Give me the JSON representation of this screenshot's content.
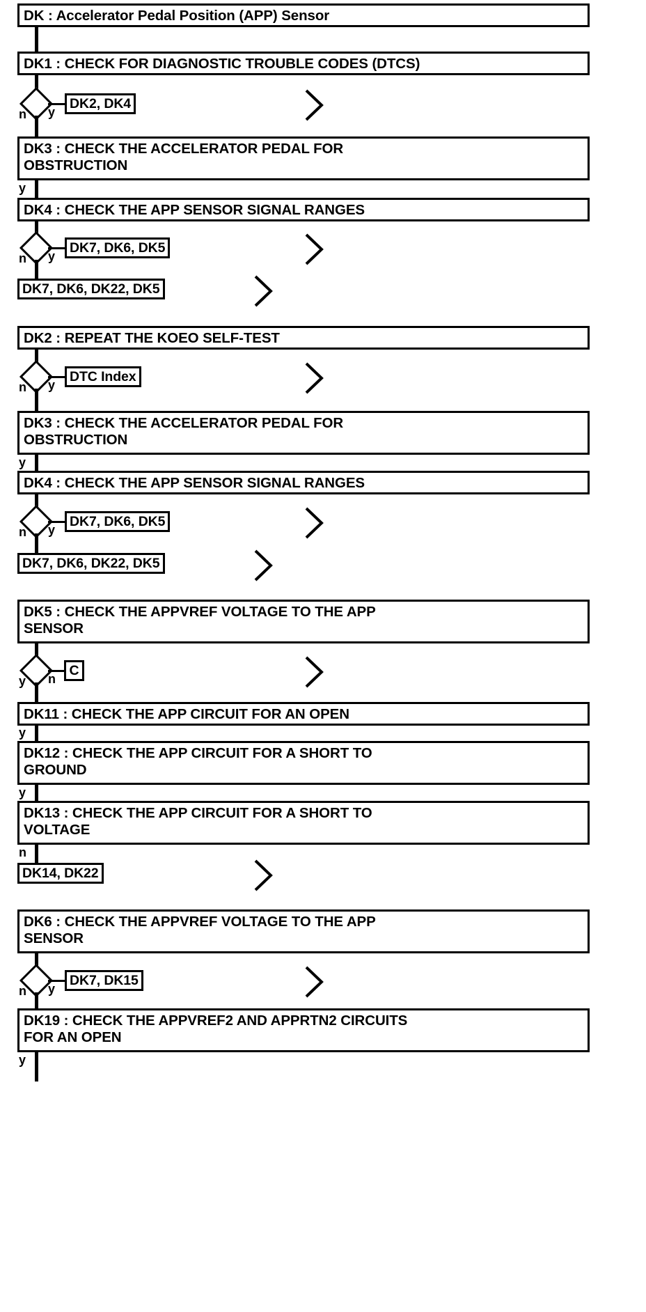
{
  "diagram": {
    "title": "DK : Accelerator Pedal Position (APP) Sensor",
    "type": "diagnostic-flowchart",
    "branch_yes": "y",
    "branch_no": "n",
    "icons": {
      "continuation": "chevron-right-icon",
      "decision": "diamond-decision-icon"
    }
  },
  "nodes": {
    "title": "DK : Accelerator Pedal Position (APP) Sensor",
    "dk1": "DK1 : CHECK FOR DIAGNOSTIC TROUBLE CODES (DTCS)",
    "ref_dk2_dk4": "DK2, DK4",
    "dk3_a": "DK3 : CHECK THE ACCELERATOR PEDAL FOR\nOBSTRUCTION",
    "dk4_a": "DK4 : CHECK THE APP SENSOR SIGNAL RANGES",
    "ref_dk7_dk6_dk5_a": "DK7, DK6, DK5",
    "ref_dk7_dk6_dk22_dk5_a": "DK7, DK6, DK22, DK5",
    "dk2": "DK2 : REPEAT THE KOEO SELF-TEST",
    "ref_dtc_index": "DTC Index",
    "dk3_b": "DK3 : CHECK THE ACCELERATOR PEDAL FOR\nOBSTRUCTION",
    "dk4_b": "DK4 : CHECK THE APP SENSOR SIGNAL RANGES",
    "ref_dk7_dk6_dk5_b": "DK7, DK6, DK5",
    "ref_dk7_dk6_dk22_dk5_b": "DK7, DK6, DK22, DK5",
    "dk5": "DK5 : CHECK THE APPVREF VOLTAGE TO THE APP\nSENSOR",
    "ref_c": "C",
    "dk11": "DK11 : CHECK THE APP CIRCUIT FOR AN OPEN",
    "dk12": "DK12 : CHECK THE APP CIRCUIT FOR A SHORT TO\nGROUND",
    "dk13": "DK13 : CHECK THE APP CIRCUIT FOR A SHORT TO\nVOLTAGE",
    "ref_dk14_dk22": "DK14, DK22",
    "dk6": "DK6 : CHECK THE APPVREF VOLTAGE TO THE APP\nSENSOR",
    "ref_dk7_dk15": "DK7, DK15",
    "dk19": "DK19 : CHECK THE APPVREF2 AND APPRTN2 CIRCUITS\nFOR AN OPEN"
  },
  "branches": {
    "dk1_n": "n",
    "dk1_y": "y",
    "dk3a_y": "y",
    "dk4a_n": "n",
    "dk4a_y": "y",
    "dk2_n": "n",
    "dk2_y": "y",
    "dk3b_y": "y",
    "dk4b_n": "n",
    "dk4b_y": "y",
    "dk5_y": "y",
    "dk5_n": "n",
    "dk11_y": "y",
    "dk12_y": "y",
    "dk13_n": "n",
    "dk6_n": "n",
    "dk6_y": "y",
    "dk19_y": "y"
  }
}
